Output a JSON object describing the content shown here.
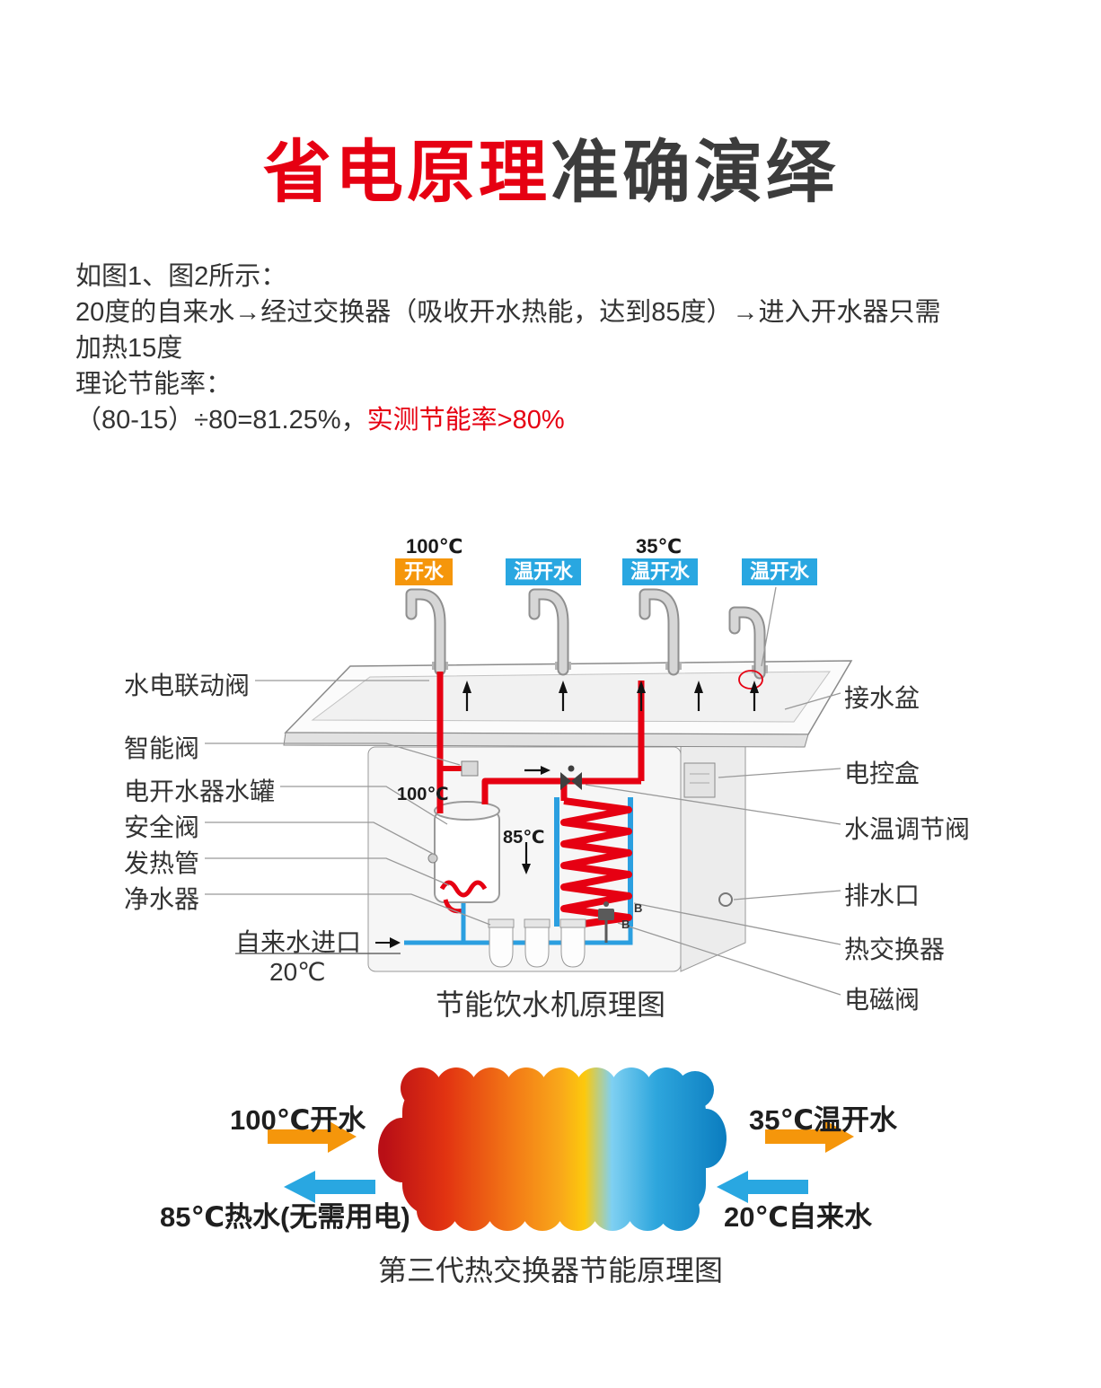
{
  "title": {
    "highlight": "省电原理",
    "rest": "准确演绎"
  },
  "intro": {
    "line1": "如图1、图2所示：",
    "line2": "20度的自来水→经过交换器（吸收开水热能，达到85度）→进入开水器只需加热15度",
    "rate_label": "理论节能率：",
    "formula": "（80-15）÷80=81.25%，",
    "measured": "实测节能率>80%"
  },
  "machine": {
    "temp_top_left": "100℃",
    "temp_top_right": "35℃",
    "badges": [
      {
        "label": "开水"
      },
      {
        "label": "温开水"
      },
      {
        "label": "温开水"
      },
      {
        "label": "温开水"
      }
    ],
    "left_labels": [
      "水电联动阀",
      "智能阀",
      "电开水器水罐",
      "安全阀",
      "发热管",
      "净水器"
    ],
    "inlet_label": "自来水进口",
    "inlet_temp": "20℃",
    "temp_tank": "100℃",
    "temp_exchange": "85℃",
    "mark_b1": "B",
    "mark_b2": "B",
    "right_labels": [
      "接水盆",
      "电控盒",
      "水温调节阀",
      "排水口",
      "热交换器",
      "电磁阀"
    ],
    "caption": "节能饮水机原理图"
  },
  "exchanger": {
    "label_top_left": "100℃开水",
    "label_top_right": "35℃温开水",
    "label_bottom_left": "85℃热水(无需用电)",
    "label_bottom_right": "20℃自来水",
    "caption": "第三代热交换器节能原理图"
  },
  "colors": {
    "accent_red": "#e60012",
    "badge_orange": "#f5960b",
    "badge_blue": "#29a7e1",
    "pipe_red": "#e60012",
    "pipe_blue": "#2b9fe0"
  }
}
